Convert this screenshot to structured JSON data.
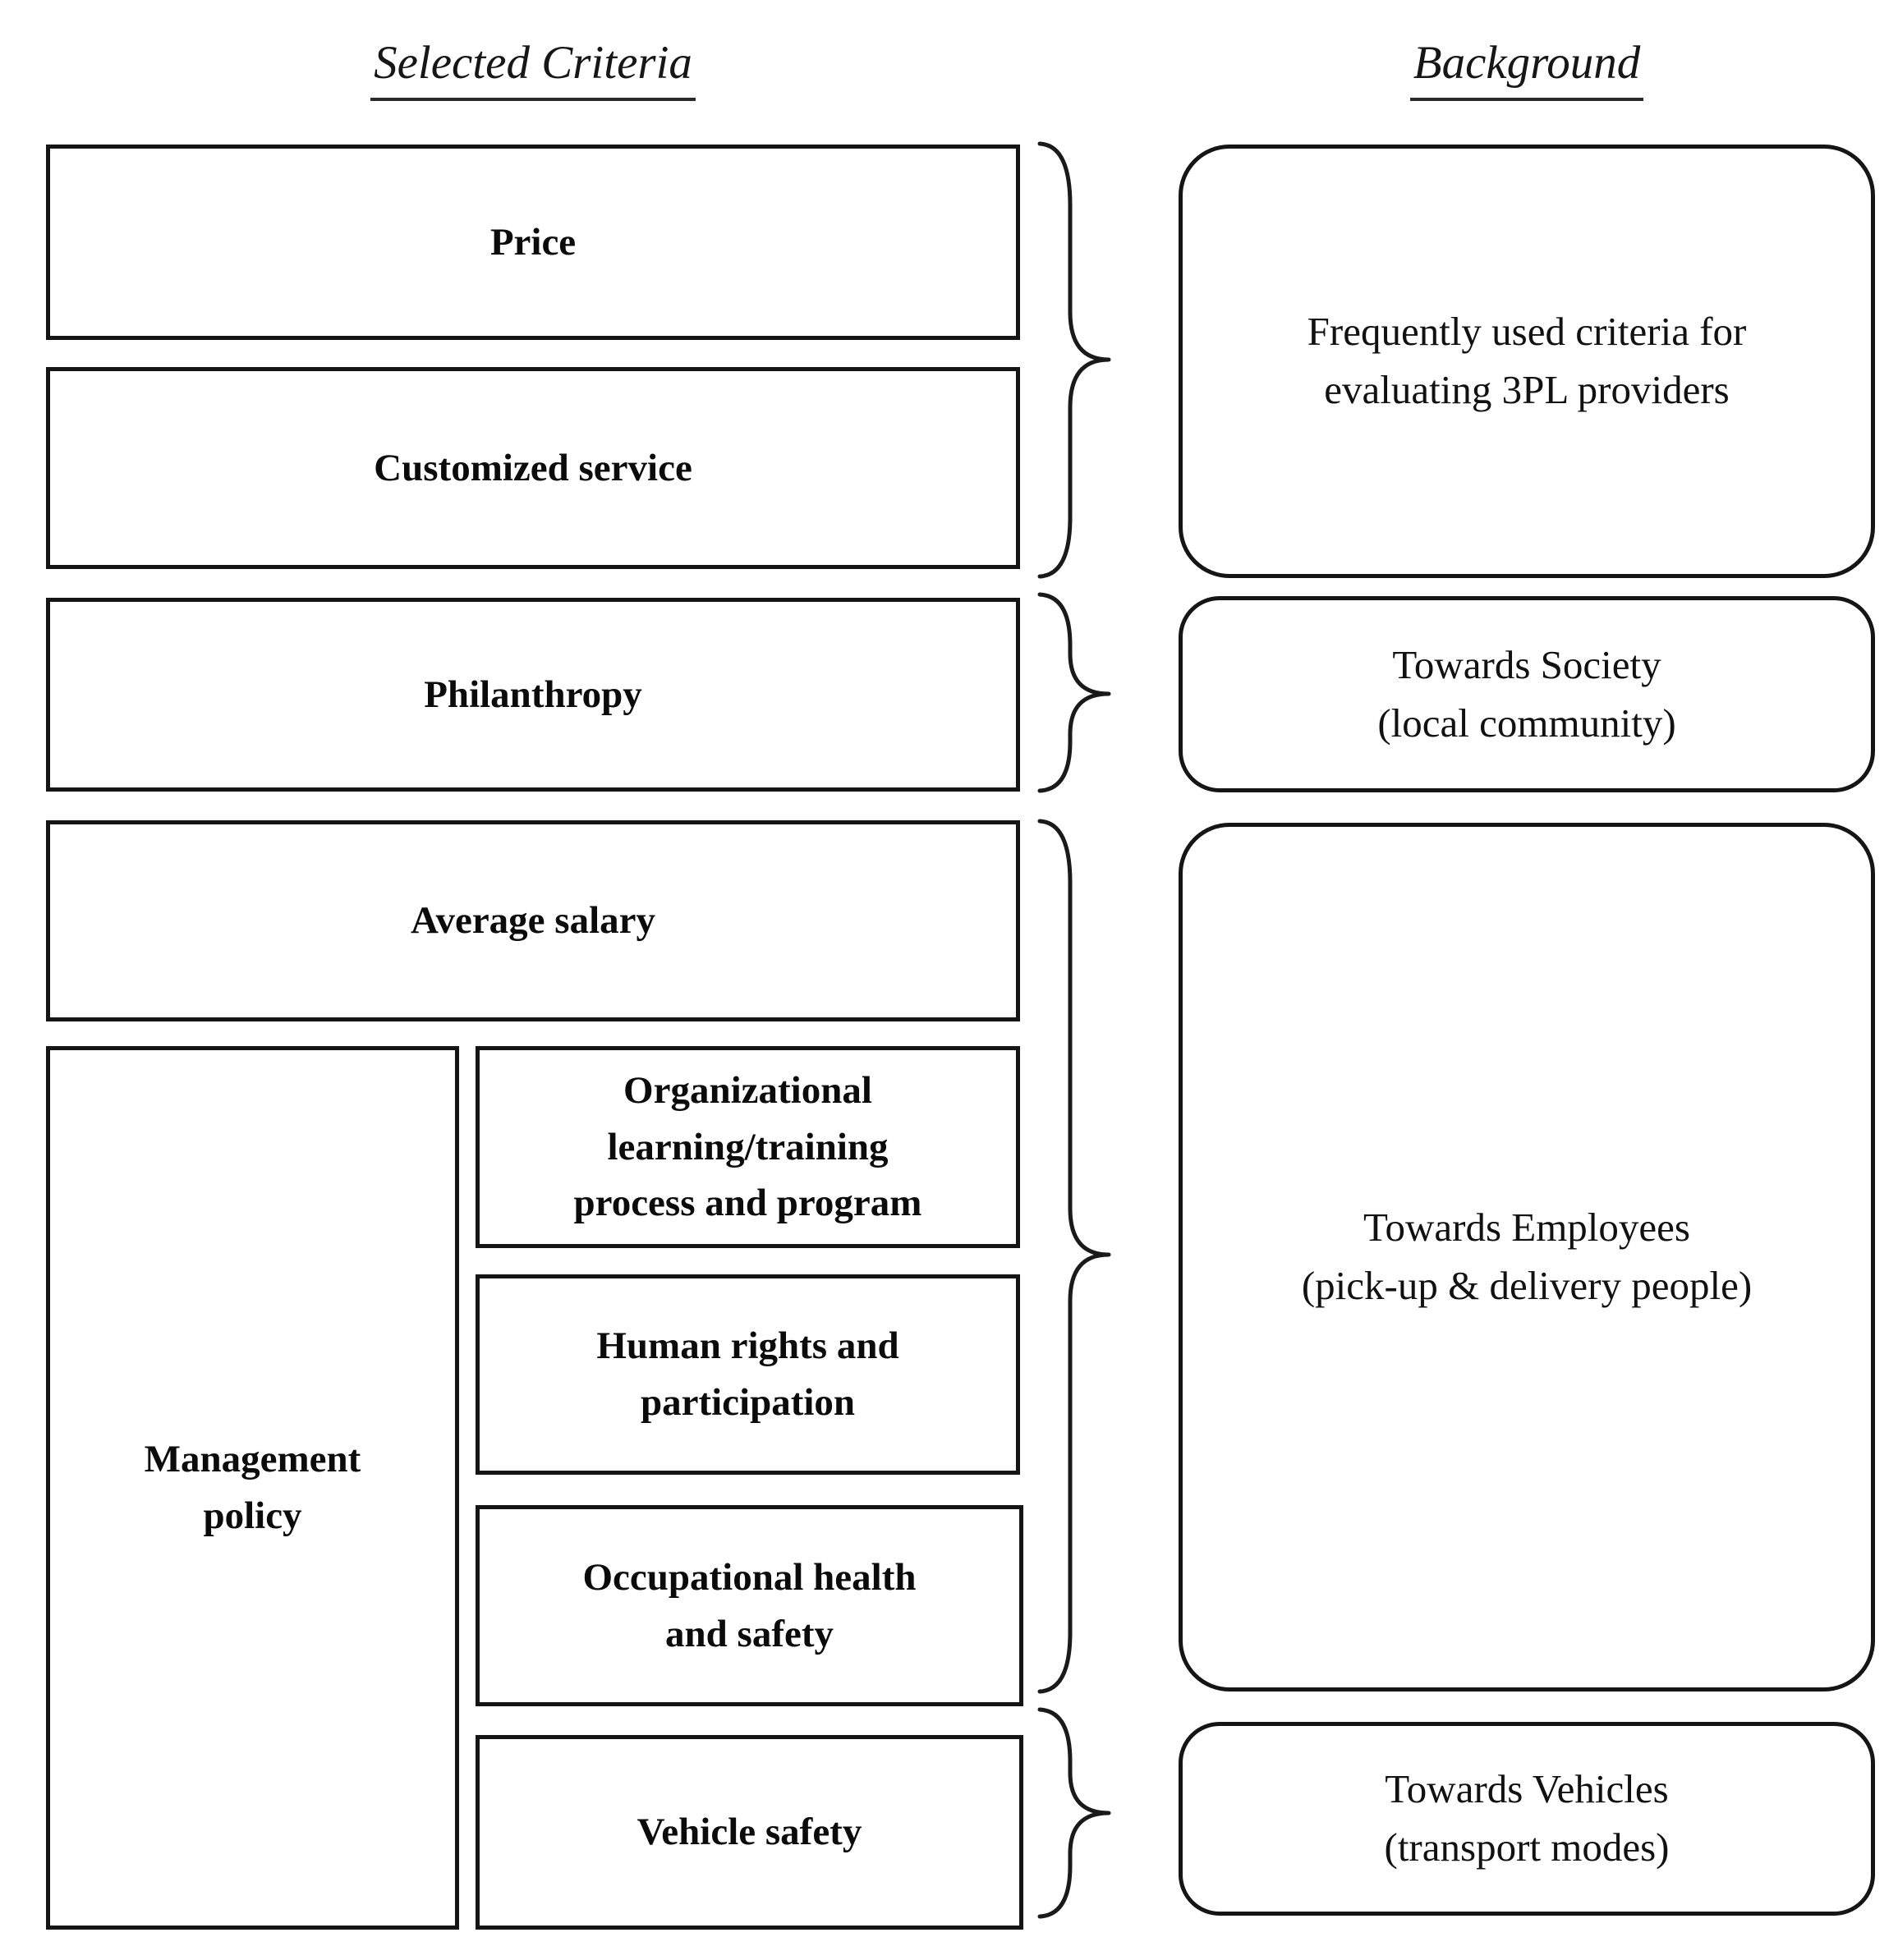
{
  "figure": {
    "background_color": "#ffffff",
    "ink_color": "#151515"
  },
  "headings": {
    "left": "Selected Criteria",
    "right": "Background"
  },
  "criteria": {
    "price": {
      "label": "Price"
    },
    "customized_service": {
      "label": "Customized service"
    },
    "philanthropy": {
      "label": "Philanthropy"
    },
    "average_salary": {
      "label": "Average salary"
    },
    "management_policy": {
      "line1": "Management",
      "line2": "policy"
    },
    "organizational_learning": {
      "line1": "Organizational",
      "line2": "learning/training",
      "line3": "process and program"
    },
    "human_rights": {
      "line1": "Human rights and",
      "line2": "participation"
    },
    "occupational_health": {
      "line1": "Occupational health",
      "line2": "and safety"
    },
    "vehicle_safety": {
      "label": "Vehicle safety"
    }
  },
  "background_groups": {
    "frequently_used": {
      "line1": "Frequently used criteria for",
      "line2": "evaluating 3PL providers"
    },
    "towards_society": {
      "line1": "Towards Society",
      "line2": "(local community)"
    },
    "towards_employees": {
      "line1": "Towards Employees",
      "line2": "(pick-up & delivery people)"
    },
    "towards_vehicles": {
      "line1": "Towards Vehicles",
      "line2": "(transport modes)"
    }
  }
}
